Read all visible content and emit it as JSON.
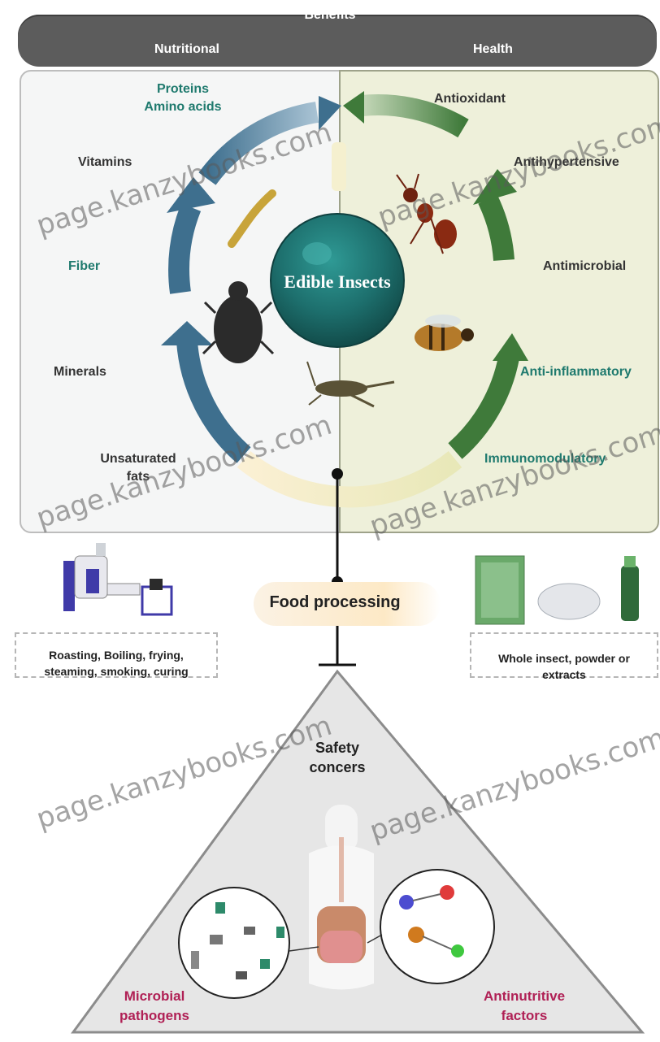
{
  "header": {
    "title": "Benefits",
    "nutritional": "Nutritional",
    "health": "Health"
  },
  "nutritional_items": {
    "proteins": "Proteins",
    "amino": "Amino acids",
    "vitamins": "Vitamins",
    "fiber": "Fiber",
    "minerals": "Minerals",
    "unsat1": "Unsaturated",
    "unsat2": "fats"
  },
  "health_items": {
    "antioxidant": "Antioxidant",
    "antihypertensive": "Antihypertensive",
    "antimicrobial": "Antimicrobial",
    "antiinflammatory": "Anti-inflammatory",
    "immunomodulatory": "Immunomodulatory"
  },
  "center": {
    "label": "Edible Insects"
  },
  "processing": {
    "label": "Food processing",
    "methods_line1": "Roasting, Boiling, frying,",
    "methods_line2": "steaming, smoking, curing",
    "products_line1": "Whole insect, powder or",
    "products_line2": "extracts"
  },
  "safety": {
    "title_line1": "Safety",
    "title_line2": "concers",
    "microbial_line1": "Microbial",
    "microbial_line2": "pathogens",
    "antinutritive_line1": "Antinutritive",
    "antinutritive_line2": "factors"
  },
  "watermark": "page.kanzybooks.com",
  "colors": {
    "nutritional_arrow": "#3e6f8e",
    "health_arrow": "#3f7a3a",
    "center_sphere": "#1e6f6e",
    "header_bg": "#5c5c5c"
  }
}
